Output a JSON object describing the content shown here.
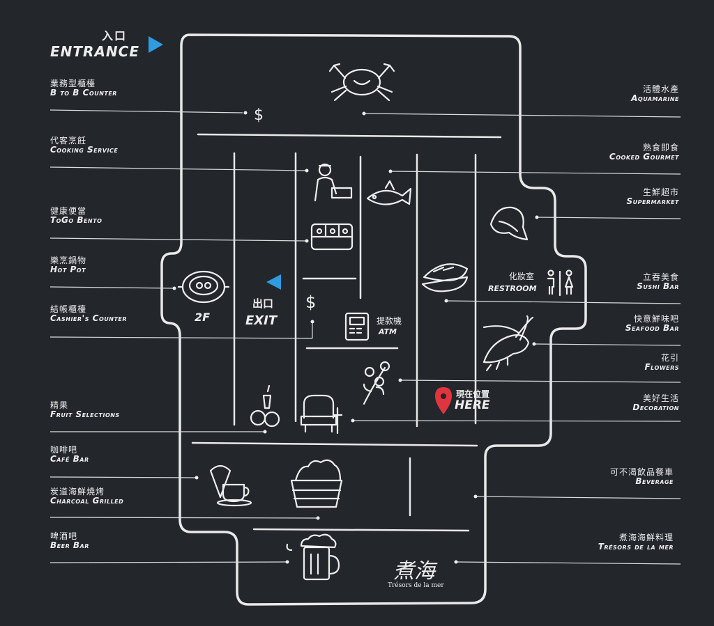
{
  "entrance": {
    "zh": "入口",
    "en": "ENTRANCE"
  },
  "exit": {
    "zh": "出口",
    "en": "EXIT"
  },
  "floor": "2F",
  "restroom": {
    "zh": "化妝室",
    "en": "RESTROOM"
  },
  "atm": {
    "zh": "提款機",
    "en": "ATM"
  },
  "here": {
    "zh": "現在位置",
    "en": "HERE"
  },
  "brand": {
    "zh": "煮海",
    "en": "Trésors de la mer"
  },
  "colors": {
    "accent_blue": "#2f9be0",
    "here_red": "#e0343f",
    "line": "#e9e9e9",
    "background": "#23272c"
  },
  "left_labels": [
    {
      "zh": "業務型櫃檯",
      "en": "B to B Counter"
    },
    {
      "zh": "代客烹飪",
      "en": "Cooking Service"
    },
    {
      "zh": "健康便當",
      "en": "ToGo Bento"
    },
    {
      "zh": "樂烹鍋物",
      "en": "Hot Pot"
    },
    {
      "zh": "結帳櫃檯",
      "en": "Cashier's Counter"
    },
    {
      "zh": "精果",
      "en": "Fruit Selections"
    },
    {
      "zh": "咖啡吧",
      "en": "Café Bar"
    },
    {
      "zh": "炭道海鮮燒烤",
      "en": "Charcoal Grilled"
    },
    {
      "zh": "啤酒吧",
      "en": "Beer Bar"
    }
  ],
  "right_labels": [
    {
      "zh": "活體水產",
      "en": "Aquamarine"
    },
    {
      "zh": "熟食即食",
      "en": "Cooked Gourmet"
    },
    {
      "zh": "生鮮超市",
      "en": "Supermarket"
    },
    {
      "zh": "立吞美食",
      "en": "Sushi Bar"
    },
    {
      "zh": "快意鮮味吧",
      "en": "Seafood Bar"
    },
    {
      "zh": "花引",
      "en": "Flowers"
    },
    {
      "zh": "美好生活",
      "en": "Decoration"
    },
    {
      "zh": "可不渴飲品餐車",
      "en": "Beverage"
    },
    {
      "zh": "煮海海鮮料理",
      "en": "Trésors de la mer"
    }
  ]
}
